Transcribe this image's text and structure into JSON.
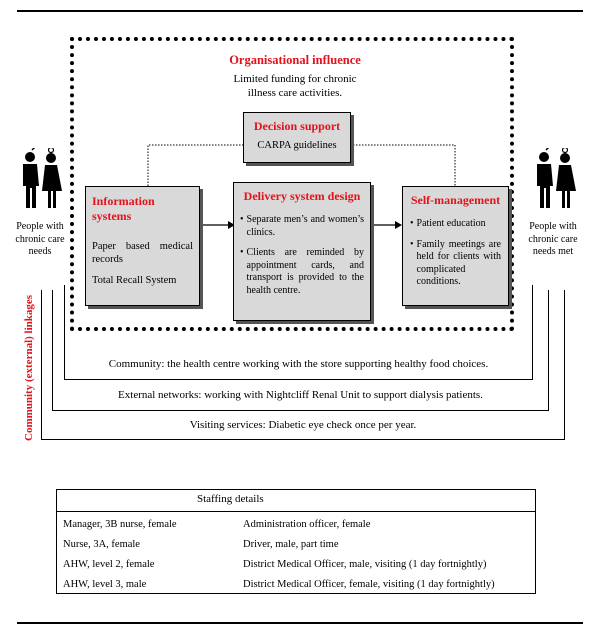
{
  "org": {
    "title": "Organisational influence",
    "line1": "Limited funding for chronic",
    "line2": "illness care activities."
  },
  "decision": {
    "title": "Decision support",
    "text": "CARPA guidelines"
  },
  "info": {
    "title": "Information systems",
    "item1_line1": "Paper based medical",
    "item1_line2": "records",
    "item2": "Total Recall System"
  },
  "delivery": {
    "title": "Delivery system design",
    "b1": "Separate men’s and women’s clinics.",
    "b2": "Clients are reminded by appointment cards, and transport is provided to the health centre."
  },
  "self": {
    "title": "Self-management",
    "b1": "Patient education",
    "b2": "Family meetings are held for clients with complicated conditions."
  },
  "left_people": {
    "l1": "People with",
    "l2": "chronic care",
    "l3": "needs"
  },
  "right_people": {
    "l1": "People with",
    "l2": "chronic care",
    "l3": "needs met"
  },
  "linkages": {
    "label": "Community (external) linkages",
    "community": "Community: the health centre working with the store supporting healthy food choices.",
    "external": "External networks: working with Nightcliff Renal Unit to support dialysis patients.",
    "visiting": "Visiting services: Diabetic eye check once per year."
  },
  "staffing": {
    "title": "Staffing details",
    "rows": [
      [
        "Manager,  3B nurse, female",
        "Administration officer, female"
      ],
      [
        "Nurse, 3A, female",
        "Driver, male, part time"
      ],
      [
        "AHW, level 2, female",
        "District Medical Officer, male, visiting (1 day fortnightly)"
      ],
      [
        "AHW, level 3, male",
        "District Medical Officer, female, visiting (1 day fortnightly)"
      ]
    ]
  },
  "colors": {
    "accent_red": "#e3121b",
    "box_fill": "#d9d9d9"
  }
}
